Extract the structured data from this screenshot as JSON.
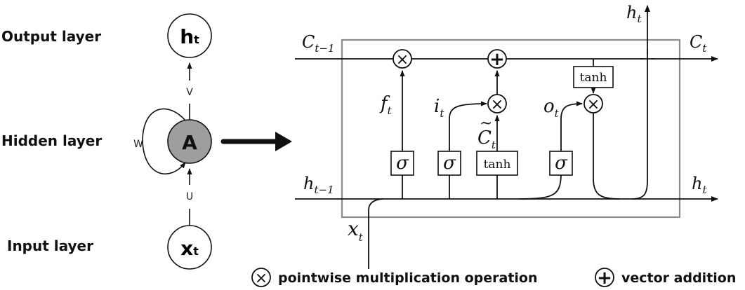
{
  "left": {
    "output_layer_label": "Output layer",
    "hidden_layer_label": "Hidden layer",
    "input_layer_label": "Input layer",
    "output_node": {
      "main": "h",
      "sub": "t"
    },
    "hidden_node": "A",
    "input_node": {
      "main": "x",
      "sub": "t"
    },
    "weight_v": "V",
    "weight_w": "W",
    "weight_u": "U"
  },
  "cell": {
    "c_prev": {
      "main": "C",
      "sub": "t−1"
    },
    "c_out": {
      "main": "C",
      "sub": "t"
    },
    "h_top": {
      "main": "h",
      "sub": "t"
    },
    "h_prev": {
      "main": "h",
      "sub": "t−1"
    },
    "h_out": {
      "main": "h",
      "sub": "t"
    },
    "x_in": {
      "main": "x",
      "sub": "t"
    },
    "forget_gate": {
      "main": "f",
      "sub": "t"
    },
    "input_gate": {
      "main": "i",
      "sub": "t"
    },
    "candidate": {
      "main": "C",
      "tilde": "~",
      "sub": "t"
    },
    "output_gate": {
      "main": "o",
      "sub": "t"
    },
    "sigma_symbol": "σ",
    "tanh_label": "tanh",
    "tanh_out_label": "tanh",
    "mult_symbol": "×",
    "add_symbol": "+"
  },
  "legend": {
    "mult_symbol": "×",
    "mult_text": "pointwise multiplication operation",
    "add_symbol": "+",
    "add_text": "vector addition"
  },
  "colors": {
    "line": "#111111",
    "hidden_node_fill": "#9e9e9e",
    "cell_border": "#8c8c8c"
  }
}
